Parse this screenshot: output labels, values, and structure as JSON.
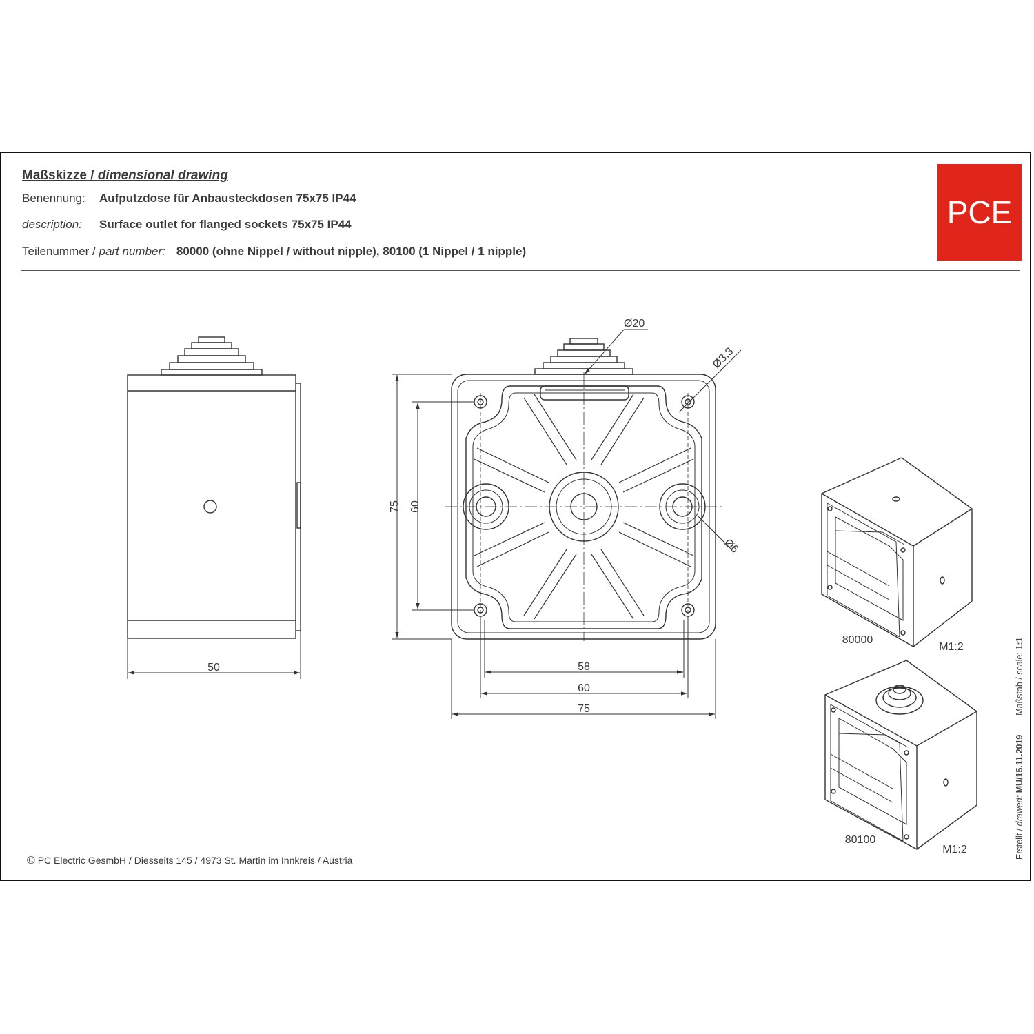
{
  "header": {
    "title_de": "Maßskizze",
    "title_sep": " / ",
    "title_en": "dimensional drawing",
    "benennung_label": "Benennung:",
    "benennung_value": "Aufputzdose für Anbausteckdosen 75x75 IP44",
    "description_label": "description:",
    "description_value": "Surface outlet for flanged sockets 75x75 IP44",
    "partnumber_label_de": "Teilenummer / ",
    "partnumber_label_en": "part number:",
    "partnumber_value": "80000 (ohne Nippel / without nipple), 80100 (1 Nippel / 1 nipple)"
  },
  "logo": {
    "text": "PCE",
    "color": "#e0251b"
  },
  "dimensions": {
    "side_width": "50",
    "front_height_outer": "75",
    "front_height_inner": "60",
    "front_width_58": "58",
    "front_width_60": "60",
    "front_width_75": "75",
    "dia_20": "Ø20",
    "dia_33": "Ø3,3",
    "dia_6": "Ø6"
  },
  "iso_views": [
    {
      "part": "80000",
      "scale": "M1:2"
    },
    {
      "part": "80100",
      "scale": "M1:2"
    }
  ],
  "side_label": {
    "drawn_prefix": "Erstellt / ",
    "drawn_en": "drawed:",
    "drawn_value": "MU/15.11.2019",
    "scale_prefix": "Maßstab / scale: ",
    "scale_value": "1:1"
  },
  "footer": {
    "copyright": "©",
    "text": "PC Electric GesmbH / Diesseits 145 / 4973 St. Martin im Innkreis / Austria"
  }
}
